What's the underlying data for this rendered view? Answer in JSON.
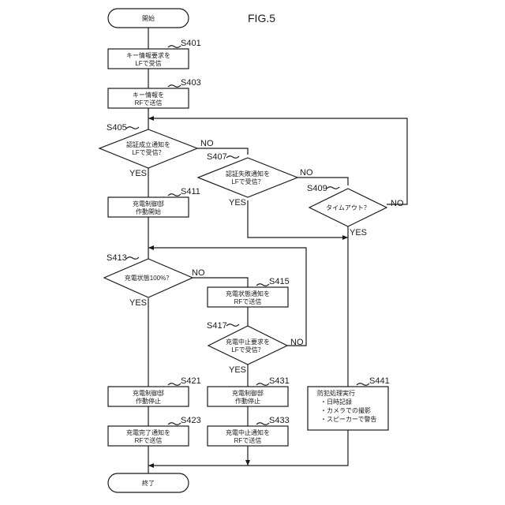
{
  "figure_label": "FIG.5",
  "terminals": {
    "start": "開始",
    "end": "終了"
  },
  "steps": {
    "S401": {
      "id": "S401",
      "lines": [
        "キー情報要求を",
        "LFで受信"
      ]
    },
    "S403": {
      "id": "S403",
      "lines": [
        "キー情報を",
        "RFで送信"
      ]
    },
    "S405": {
      "id": "S405",
      "lines": [
        "認証成立通知を",
        "LFで受信？"
      ]
    },
    "S407": {
      "id": "S407",
      "lines": [
        "認証失敗通知を",
        "LFで受信？"
      ]
    },
    "S409": {
      "id": "S409",
      "lines": [
        "タイムアウト？"
      ]
    },
    "S411": {
      "id": "S411",
      "lines": [
        "充電制御部",
        "作動開始"
      ]
    },
    "S413": {
      "id": "S413",
      "lines": [
        "充電状態100%？"
      ]
    },
    "S415": {
      "id": "S415",
      "lines": [
        "充電状態通知を",
        "RFで送信"
      ]
    },
    "S417": {
      "id": "S417",
      "lines": [
        "充電中止要求を",
        "LFで受信？"
      ]
    },
    "S421": {
      "id": "S421",
      "lines": [
        "充電制御部",
        "作動停止"
      ]
    },
    "S423": {
      "id": "S423",
      "lines": [
        "充電完了通知を",
        "RFで送信"
      ]
    },
    "S431": {
      "id": "S431",
      "lines": [
        "充電制御部",
        "作動停止"
      ]
    },
    "S433": {
      "id": "S433",
      "lines": [
        "充電中止通知を",
        "RFで送信"
      ]
    },
    "S441": {
      "id": "S441",
      "lines": [
        "防犯処理実行",
        "・日時記録",
        "・カメラでの撮影",
        "・スピーカーで警告"
      ]
    }
  },
  "branch_labels": {
    "yes": "YES",
    "no": "NO"
  }
}
